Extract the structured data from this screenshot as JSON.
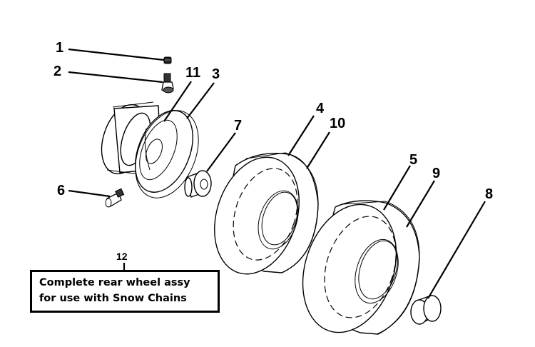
{
  "callouts": {
    "c1": "1",
    "c2": "2",
    "c3": "3",
    "c4": "4",
    "c5": "5",
    "c6": "6",
    "c7": "7",
    "c8": "8",
    "c9": "9",
    "c10": "10",
    "c11": "11",
    "c12": "12"
  },
  "note": {
    "line1": "Complete rear wheel assy",
    "line2": "for use with Snow Chains"
  }
}
